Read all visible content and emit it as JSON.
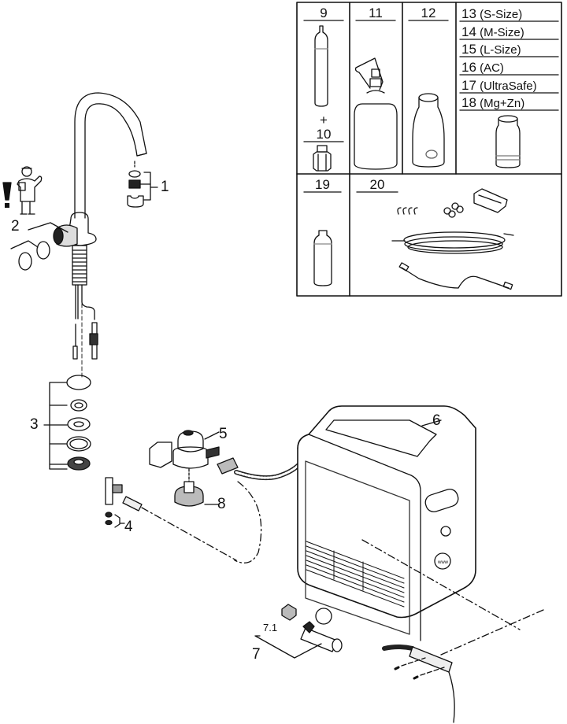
{
  "diagram": {
    "type": "exploded-parts-diagram",
    "main_labels": {
      "p1": "1",
      "p2": "2",
      "p3": "3",
      "p4": "4",
      "p5": "5",
      "p6": "6",
      "p7": "7",
      "p7_1": "7.1",
      "p8": "8"
    },
    "warning_glyph": "!",
    "accessory_table": {
      "cells": [
        {
          "id": "9",
          "label": "9"
        },
        {
          "id": "plus",
          "label": "+"
        },
        {
          "id": "10",
          "label": "10"
        },
        {
          "id": "11",
          "label": "11"
        },
        {
          "id": "12",
          "label": "12"
        },
        {
          "id": "19",
          "label": "19"
        },
        {
          "id": "20",
          "label": "20"
        }
      ],
      "filter_sizes": [
        {
          "num": "13",
          "desc": "(S-Size)"
        },
        {
          "num": "14",
          "desc": "(M-Size)"
        },
        {
          "num": "15",
          "desc": "(L-Size)"
        },
        {
          "num": "16",
          "desc": "(AC)"
        },
        {
          "num": "17",
          "desc": "(UltraSafe)"
        },
        {
          "num": "18",
          "desc": "(Mg+Zn)"
        }
      ]
    }
  }
}
